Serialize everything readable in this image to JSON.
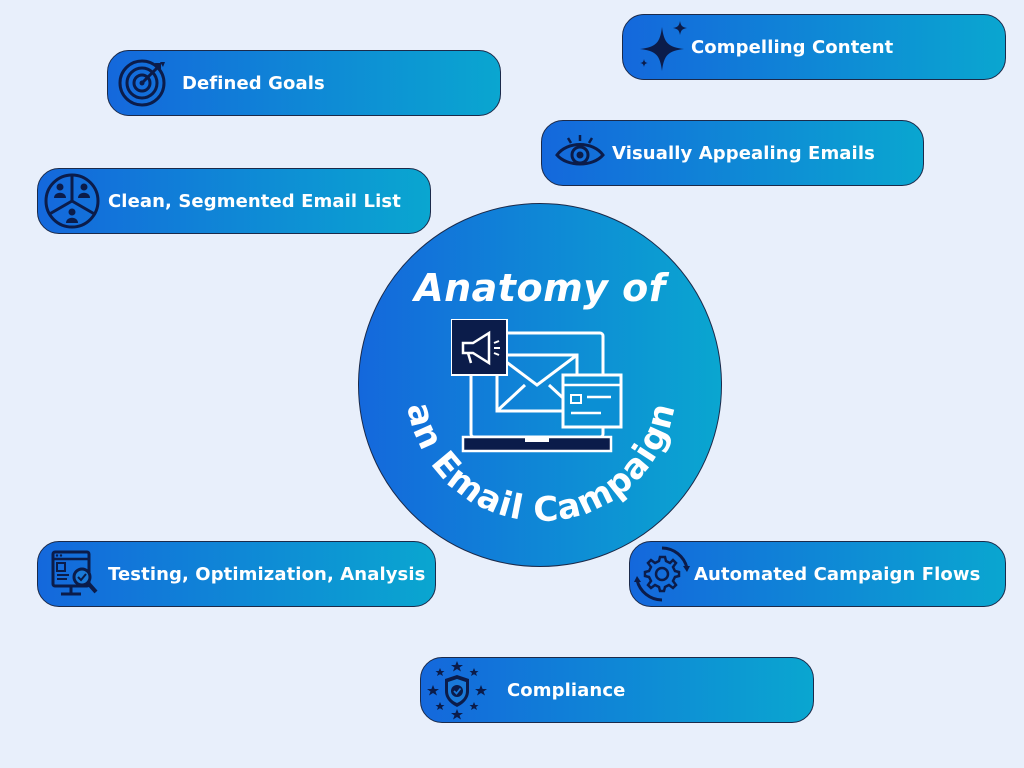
{
  "diagram": {
    "title_top": "Anatomy of",
    "title_bottom": "an Email Campaign"
  },
  "items": {
    "defined_goals": {
      "label": "Defined Goals",
      "icon": "target-icon"
    },
    "compelling_content": {
      "label": "Compelling Content",
      "icon": "sparkle-icon"
    },
    "visually_appealing": {
      "label": "Visually Appealing Emails",
      "icon": "eye-icon"
    },
    "segmented_list": {
      "label": "Clean, Segmented Email List",
      "icon": "segmented-users-icon"
    },
    "testing": {
      "label": "Testing, Optimization, Analysis",
      "icon": "analysis-monitor-icon"
    },
    "automated_flows": {
      "label": "Automated Campaign Flows",
      "icon": "gear-cycle-icon"
    },
    "compliance": {
      "label": "Compliance",
      "icon": "shield-check-icon"
    }
  },
  "colors": {
    "background": "#e8effb",
    "gradient_start": "#1468dc",
    "gradient_end": "#0aa6d0",
    "icon_dark": "#0b1c4a",
    "text": "#ffffff"
  }
}
